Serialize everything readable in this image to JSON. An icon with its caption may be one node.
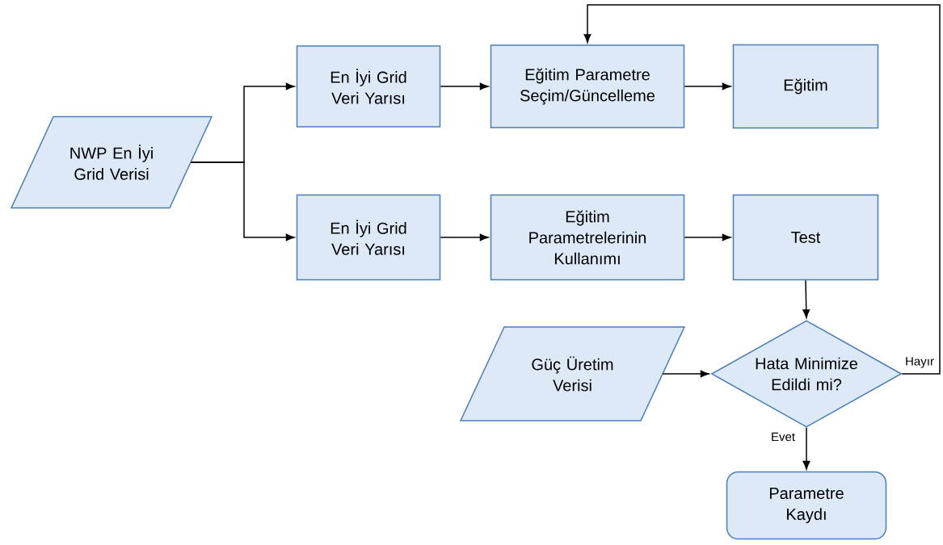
{
  "diagram": {
    "nodes": [
      {
        "text": [
          "NWP En İyi Grid Verisi"
        ]
      },
      {
        "text": [
          "En İyi Grid Veri Yarısı"
        ]
      },
      {
        "text": [
          "Eğitim Parametre Seçim/Güncelleme"
        ]
      },
      {
        "text": [
          "Eğitim"
        ]
      },
      {
        "text": [
          "En İyi Grid Veri Yarısı"
        ]
      },
      {
        "text": [
          "Eğitim Parametrelerinin Kullanımı"
        ]
      },
      {
        "text": [
          "Test"
        ]
      },
      {
        "text": [
          "Güç Üretim Verisi"
        ]
      },
      {
        "text": [
          "Hata Minimize Edildi mi?"
        ]
      },
      {
        "text": [
          "Parametre Kaydı"
        ]
      }
    ],
    "edges": [
      {
        "from": 0,
        "to": 1,
        "arrow": "to"
      },
      {
        "from": 0,
        "to": 4,
        "arrow": "to"
      },
      {
        "from": 1,
        "to": 2,
        "arrow": "to"
      },
      {
        "from": 2,
        "to": 3,
        "arrow": "to"
      },
      {
        "from": 4,
        "to": 5,
        "arrow": "to"
      },
      {
        "from": 5,
        "to": 6,
        "arrow": "to"
      },
      {
        "from": 6,
        "to": 8,
        "arrow": "to"
      },
      {
        "from": 7,
        "to": 8,
        "arrow": "to"
      },
      {
        "from": 8,
        "to": 2,
        "arrow": "to",
        "label": "Hayır"
      },
      {
        "from": 8,
        "to": 9,
        "arrow": "to",
        "label": "Evet"
      }
    ]
  }
}
